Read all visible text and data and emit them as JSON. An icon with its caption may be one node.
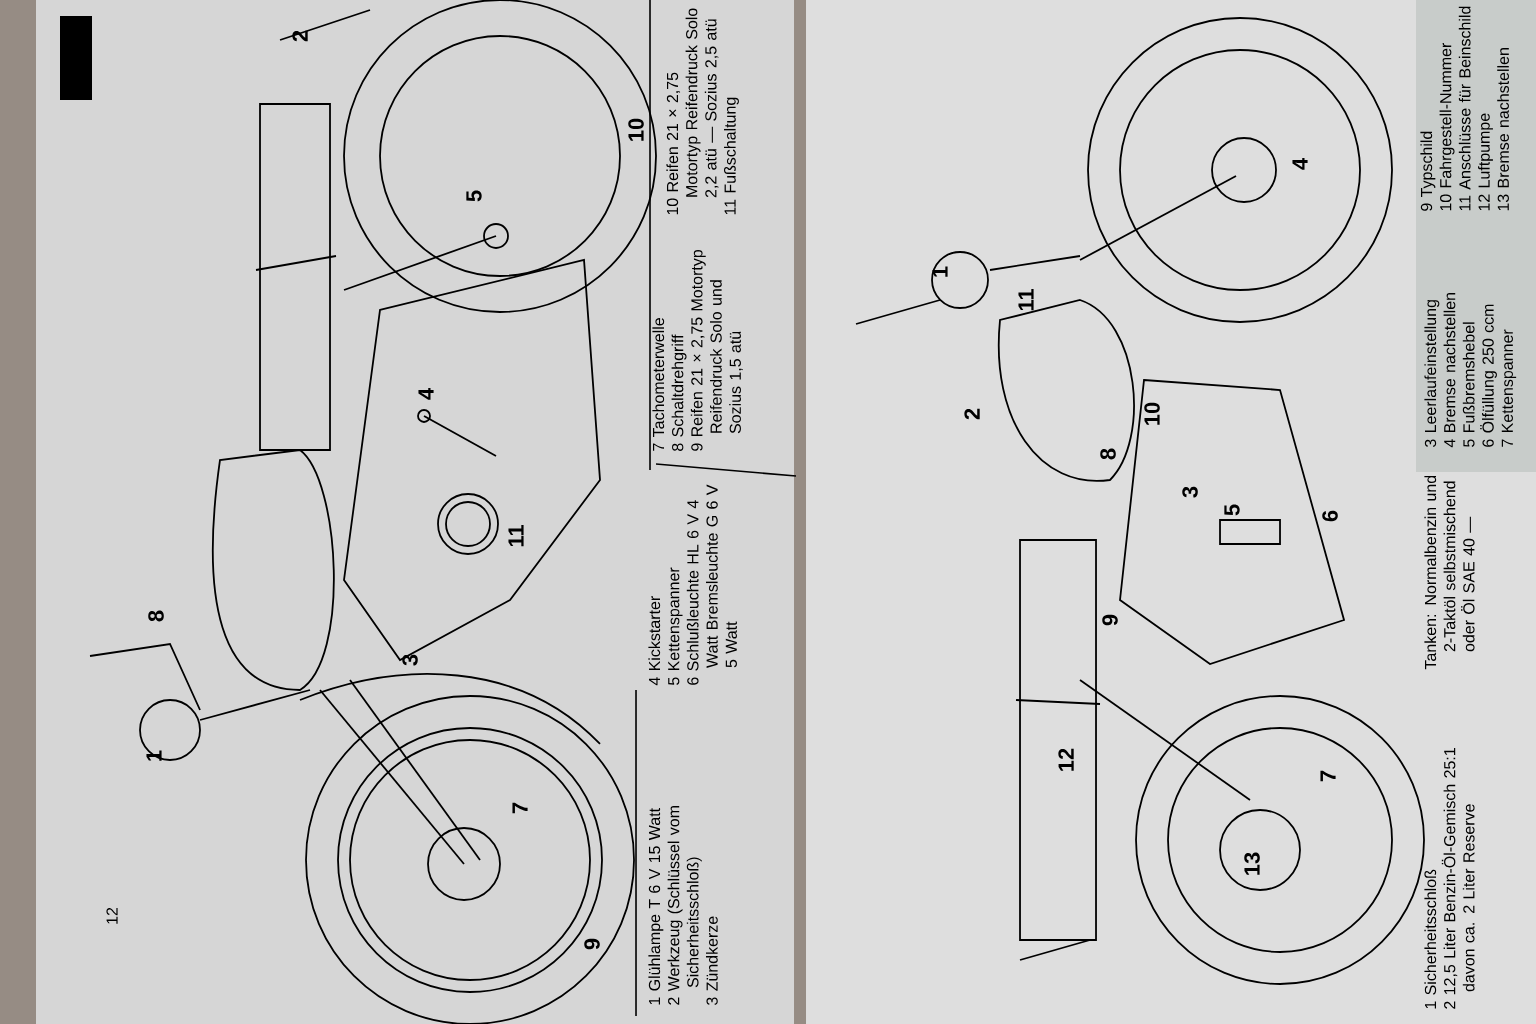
{
  "diagram": {
    "labels": [
      "2",
      "10",
      "5",
      "4",
      "11",
      "3",
      "8",
      "1",
      "7",
      "9",
      "12",
      "1 Glühlampe T 6 V 15 Watt",
      "2 Werkzeug (Schlüssel vom Sicherheitsschloß)",
      "3 Zündkerze",
      "4 Kickstarter",
      "5 Kettenspanner",
      "6 Schlußleuchte HL 6 V 4 Watt Bremsleuchte G 6 V 5 Watt",
      "7 Tachometerwelle",
      "8 Schaltdrehgriff",
      "9 Reifen 21 × 2,75 Motortyp Reifendruck Solo und Sozius 1,5 atü",
      "10 Reifen 21 × 2,75 Motortyp Reifendruck Solo 2,2 atü — Sozius 2,5 atü",
      "11 Fußschaltung",
      "4",
      "1",
      "11",
      "2",
      "10",
      "8",
      "3",
      "5",
      "6",
      "9",
      "12",
      "7",
      "13",
      "1 Sicherheitsschloß",
      "2 12,5 Liter Benzin-Öl-Gemisch 25:1 davon ca. 2 Liter Reserve",
      "Tanken: Normalbenzin und 2-Taktöl selbstmischend oder Öl SAE 40 —",
      "3 Leerlaufeinstellung",
      "4 Bremse nachstellen",
      "5 Fußbremshebel",
      "6 Ölfüllung 250 ccm",
      "7 Kettenspanner",
      "9 Typschild",
      "10 Fahrgestell-Nummer",
      "11 Anschlüsse für Beinschild",
      "12 Luftpumpe",
      "13 Bremse nachstellen"
    ]
  }
}
